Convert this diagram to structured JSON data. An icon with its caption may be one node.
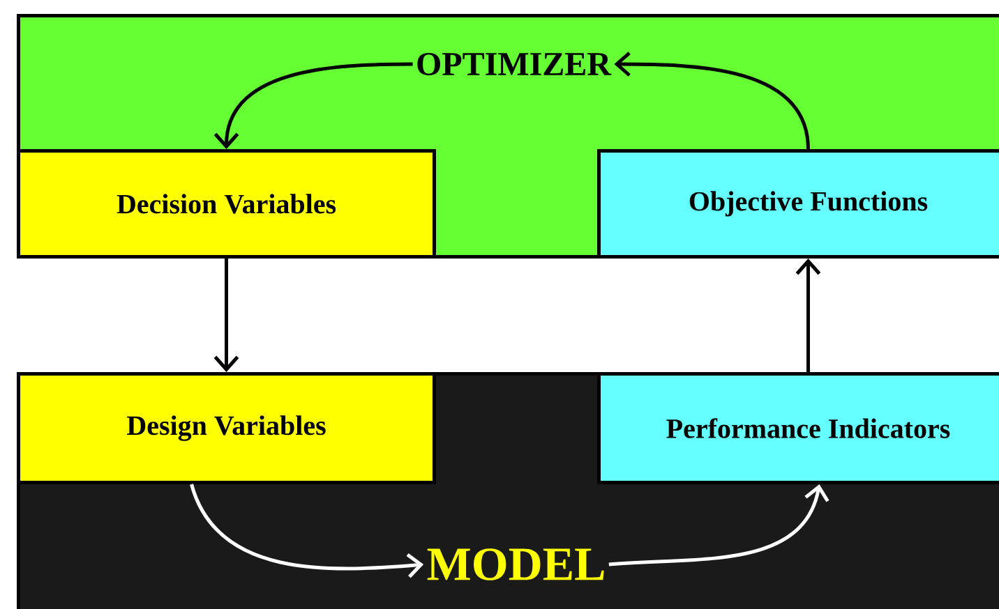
{
  "diagram": {
    "nodes": [
      {
        "text": [
          "OPTIMIZER"
        ]
      },
      {
        "text": [
          "Decision Variables"
        ],
        "in": 0
      },
      {
        "text": [
          "Objective Functions"
        ],
        "in": 0
      },
      {
        "text": [
          "MODEL"
        ]
      },
      {
        "text": [
          "Design Variables"
        ],
        "in": 3
      },
      {
        "text": [
          "Performance Indicators"
        ],
        "in": 3
      }
    ],
    "edges": [
      {
        "from": 0,
        "to": 1,
        "arrow": "to"
      },
      {
        "from": 1,
        "to": 4,
        "arrow": "to"
      },
      {
        "from": 4,
        "to": 3,
        "arrow": "to",
        "color": "#ffffff"
      },
      {
        "from": 3,
        "to": 5,
        "arrow": "to",
        "color": "#ffffff"
      },
      {
        "from": 5,
        "to": 2,
        "arrow": "to"
      },
      {
        "from": 2,
        "to": 0,
        "arrow": "to"
      }
    ]
  }
}
